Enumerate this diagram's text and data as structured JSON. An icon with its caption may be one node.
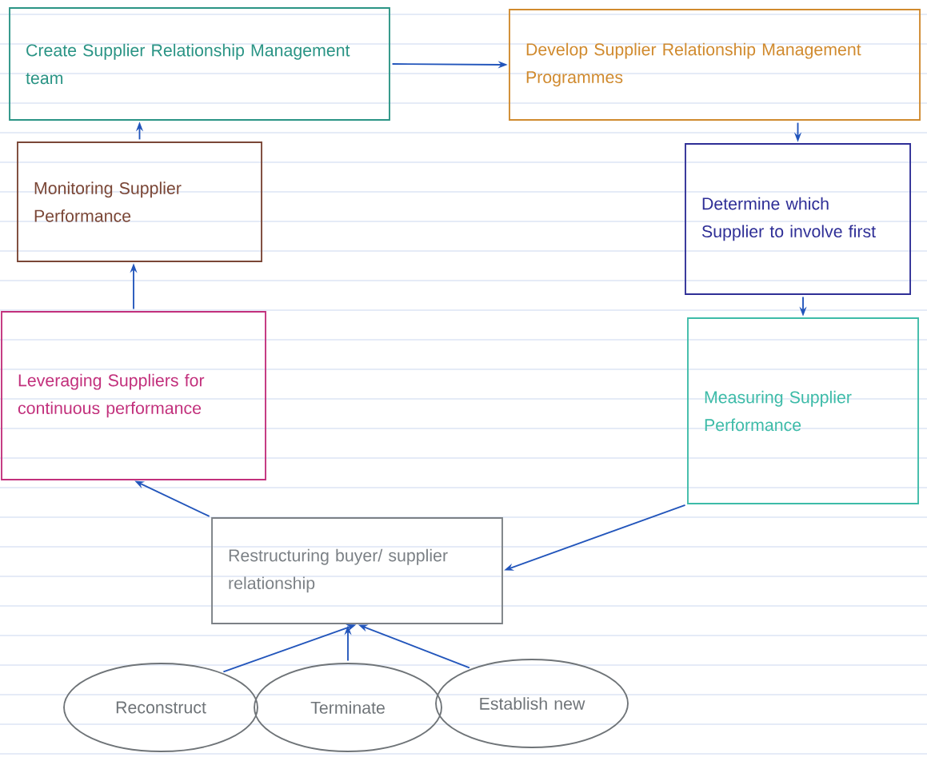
{
  "diagram": {
    "nodes": [
      {
        "text": [
          "Create Supplier Relationship Management team"
        ]
      },
      {
        "text": [
          "Develop Supplier Relationship Management Programmes"
        ]
      },
      {
        "text": [
          "Monitoring Supplier Performance"
        ]
      },
      {
        "text": [
          "Determine which Supplier to involve first"
        ]
      },
      {
        "text": [
          "Leveraging Suppliers for continuous performance"
        ]
      },
      {
        "text": [
          "Measuring Supplier Performance"
        ]
      },
      {
        "text": [
          "Restructuring buyer/ supplier relationship"
        ]
      },
      {
        "text": [
          "Reconstruct"
        ]
      },
      {
        "text": [
          "Terminate"
        ]
      },
      {
        "text": [
          "Establish new"
        ]
      }
    ],
    "edges": [
      {
        "from": 0,
        "to": 1,
        "arrow": "to"
      },
      {
        "from": 1,
        "to": 3,
        "arrow": "to"
      },
      {
        "from": 3,
        "to": 5,
        "arrow": "to"
      },
      {
        "from": 5,
        "to": 6,
        "arrow": "to"
      },
      {
        "from": 6,
        "to": 4,
        "arrow": "to"
      },
      {
        "from": 4,
        "to": 2,
        "arrow": "to"
      },
      {
        "from": 2,
        "to": 0,
        "arrow": "to"
      },
      {
        "from": 7,
        "to": 6,
        "arrow": "to"
      },
      {
        "from": 8,
        "to": 6,
        "arrow": "to"
      },
      {
        "from": 9,
        "to": 6,
        "arrow": "to"
      }
    ]
  }
}
